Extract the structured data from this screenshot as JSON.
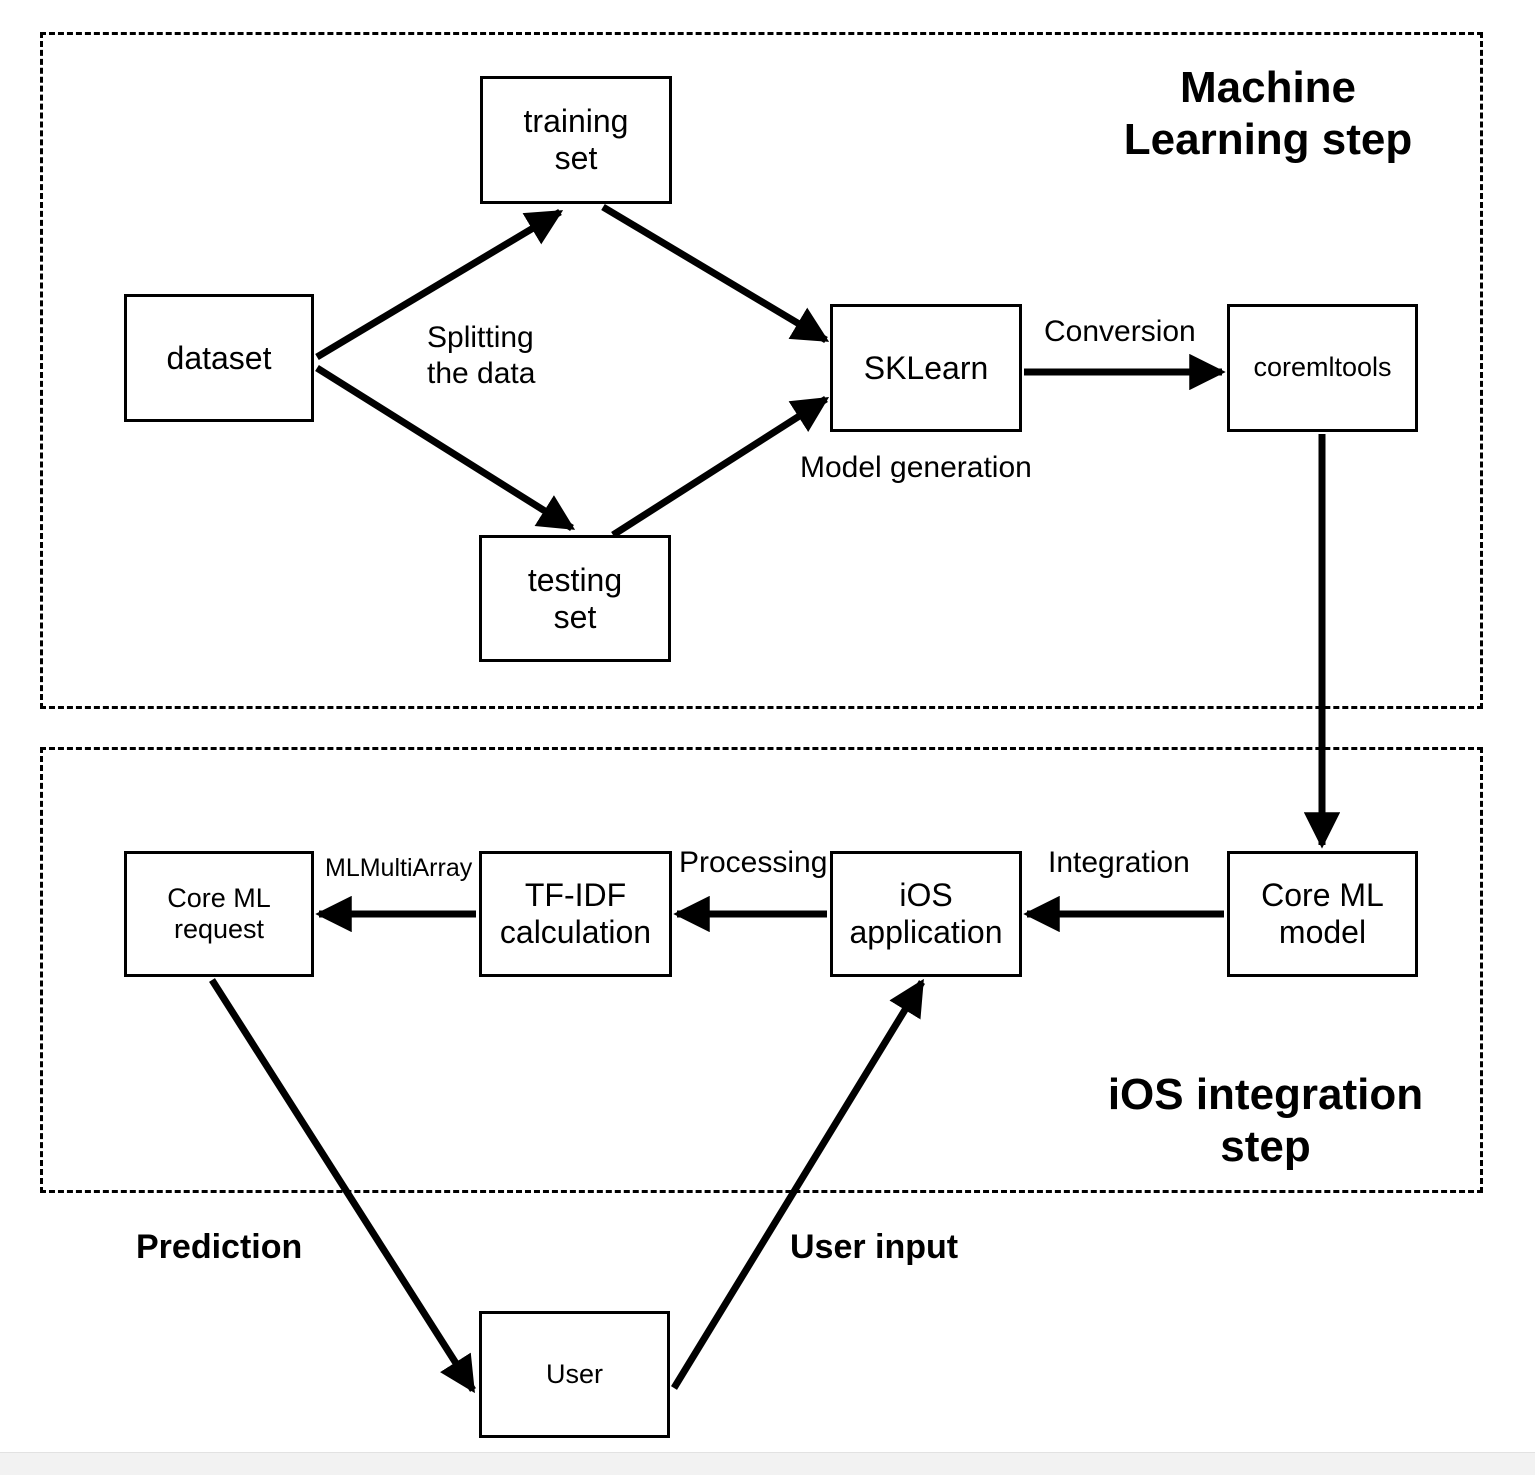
{
  "diagram": {
    "regions": [
      {
        "id": "ml-step",
        "title": "Machine\nLearning step"
      },
      {
        "id": "ios-step",
        "title": "iOS integration\nstep"
      }
    ],
    "nodes": [
      {
        "id": "dataset",
        "label": "dataset"
      },
      {
        "id": "training-set",
        "label": "training\nset"
      },
      {
        "id": "testing-set",
        "label": "testing\nset"
      },
      {
        "id": "sklearn",
        "label": "SKLearn"
      },
      {
        "id": "coremltools",
        "label": "coremltools"
      },
      {
        "id": "coreml-model",
        "label": "Core ML\nmodel"
      },
      {
        "id": "ios-application",
        "label": "iOS\napplication"
      },
      {
        "id": "tfidf",
        "label": "TF-IDF\ncalculation"
      },
      {
        "id": "coreml-request",
        "label": "Core ML\nrequest"
      },
      {
        "id": "user",
        "label": "User"
      }
    ],
    "edge_labels": [
      {
        "id": "splitting",
        "text": "Splitting\nthe data"
      },
      {
        "id": "model-generation",
        "text": "Model generation"
      },
      {
        "id": "conversion",
        "text": "Conversion"
      },
      {
        "id": "integration",
        "text": "Integration"
      },
      {
        "id": "processing",
        "text": "Processing"
      },
      {
        "id": "mlmultiarray",
        "text": "MLMultiArray"
      }
    ],
    "flow_labels": [
      {
        "id": "prediction",
        "text": "Prediction"
      },
      {
        "id": "user-input",
        "text": "User input"
      }
    ],
    "colors": {
      "stroke": "#000000",
      "fill": "#ffffff",
      "region_border": "#000000",
      "bottom_strip": "#f2f2f2"
    }
  }
}
